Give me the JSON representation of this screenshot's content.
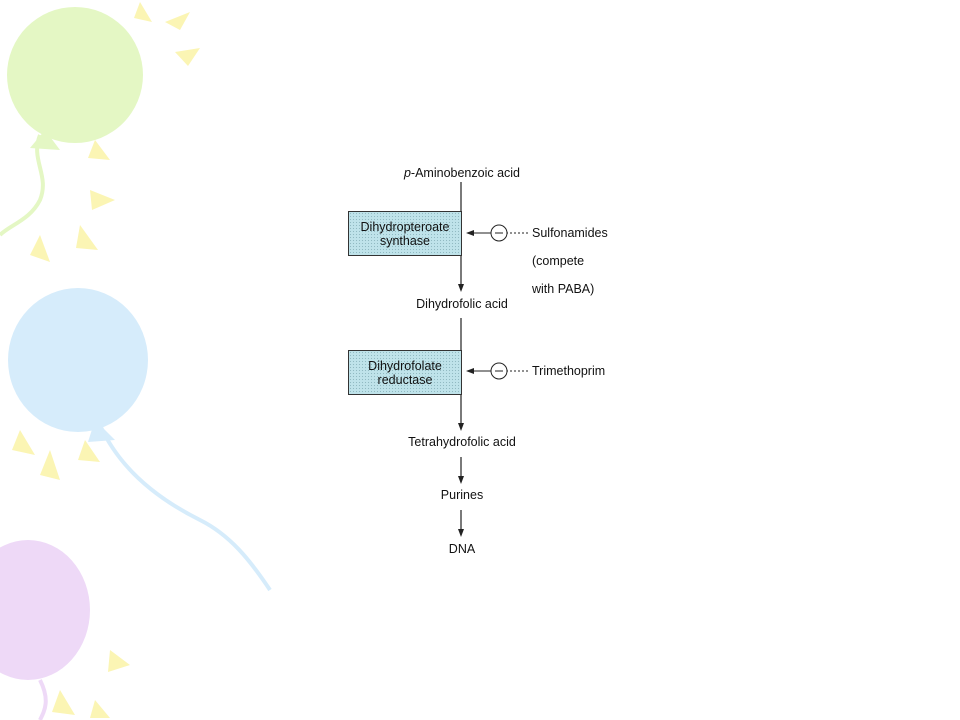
{
  "pathway": {
    "start": {
      "prefix": "p",
      "rest": "-Aminobenzoic acid"
    },
    "step1_enzyme": {
      "line1": "Dihydropteroate",
      "line2": "synthase"
    },
    "step1_inhibitor": {
      "line1": "Sulfonamides",
      "line2": "(compete",
      "line3": "with PABA)"
    },
    "intermediate1": "Dihydrofolic acid",
    "step2_enzyme": {
      "line1": "Dihydrofolate",
      "line2": "reductase"
    },
    "step2_inhibitor": "Trimethoprim",
    "intermediate2": "Tetrahydrofolic acid",
    "product1": "Purines",
    "product2": "DNA",
    "inhibition_symbol": "−"
  },
  "colors": {
    "enzyme_fill": "#bfe3ea",
    "line": "#222222",
    "balloon_green": "#e4f7c4",
    "balloon_blue": "#d6ecfb",
    "balloon_purple": "#eed9f7",
    "ray_yellow": "#fbf5b4"
  },
  "decoration": {
    "balloon_icons": [
      "balloon-green-icon",
      "balloon-blue-icon",
      "balloon-purple-icon"
    ]
  }
}
